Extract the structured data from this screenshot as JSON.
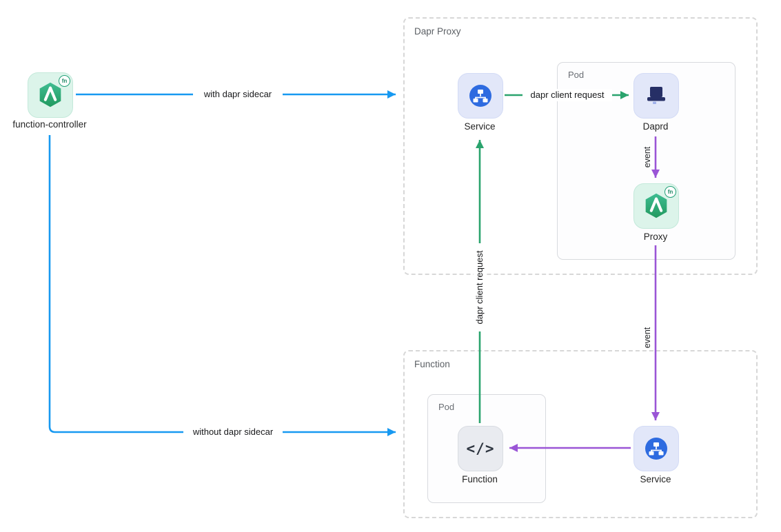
{
  "diagram": {
    "colors": {
      "blue": "#1799f1",
      "green": "#2aa36d",
      "purple": "#9a55d6"
    },
    "groups": {
      "dapr_proxy": {
        "title": "Dapr Proxy"
      },
      "function": {
        "title": "Function"
      }
    },
    "pods": {
      "proxy_pod": {
        "title": "Pod"
      },
      "function_pod": {
        "title": "Pod"
      }
    },
    "nodes": {
      "function_controller": {
        "label": "function-controller",
        "icon": "openfunction-logo"
      },
      "service_top": {
        "label": "Service",
        "icon": "kubernetes-service"
      },
      "daprd": {
        "label": "Daprd",
        "icon": "dapr-hat"
      },
      "proxy": {
        "label": "Proxy",
        "icon": "openfunction-logo"
      },
      "function": {
        "label": "Function",
        "icon": "code-brackets",
        "icon_text": "</>"
      },
      "service_bottom": {
        "label": "Service",
        "icon": "kubernetes-service"
      }
    },
    "badge_fn": "fn",
    "edges": {
      "with_dapr_sidecar": {
        "label": "with dapr sidecar",
        "color": "#1799f1"
      },
      "without_dapr_sidecar": {
        "label": "without dapr sidecar",
        "color": "#1799f1"
      },
      "dapr_client_request_top": {
        "label": "dapr client request",
        "color": "#2aa36d"
      },
      "dapr_client_request_up": {
        "label": "dapr client request",
        "color": "#2aa36d"
      },
      "event_daprd_to_proxy": {
        "label": "event",
        "color": "#9a55d6"
      },
      "event_proxy_to_service": {
        "label": "event",
        "color": "#9a55d6"
      }
    }
  }
}
